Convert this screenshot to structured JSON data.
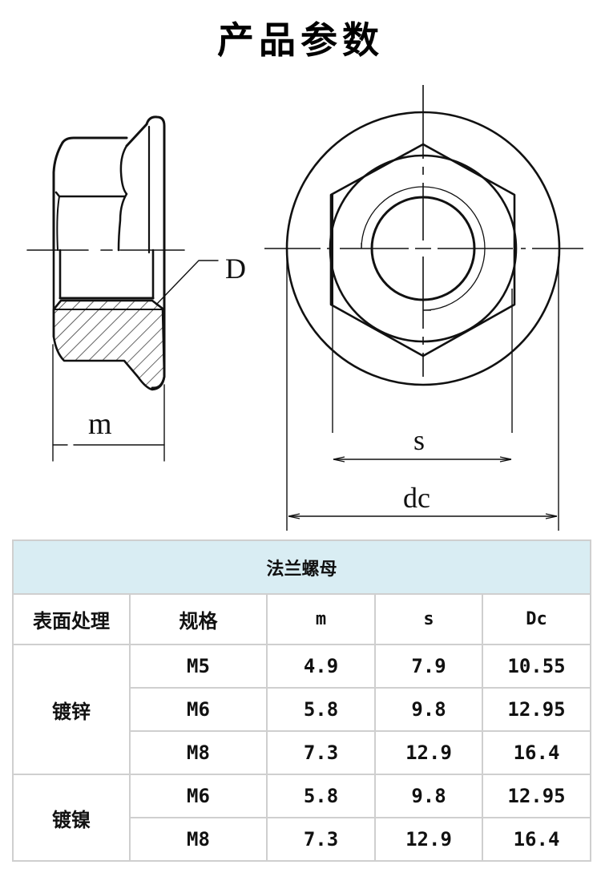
{
  "page": {
    "title": "产品参数"
  },
  "drawing": {
    "side_view_labels": {
      "thread": "D",
      "height": "m"
    },
    "front_view_labels": {
      "across_flats": "s",
      "flange_diameter": "dc"
    },
    "colors": {
      "line": "#111111",
      "hatch": "#222222"
    }
  },
  "table": {
    "caption": "法兰螺母",
    "header_bg": "#d9edf3",
    "border_color": "#cfcfcf",
    "columns": [
      "表面处理",
      "规格",
      "m",
      "s",
      "Dc"
    ],
    "groups": [
      {
        "finish": "镀锌",
        "rows": [
          {
            "size": "M5",
            "m": "4.9",
            "s": "7.9",
            "dc": "10.55"
          },
          {
            "size": "M6",
            "m": "5.8",
            "s": "9.8",
            "dc": "12.95"
          },
          {
            "size": "M8",
            "m": "7.3",
            "s": "12.9",
            "dc": "16.4"
          }
        ]
      },
      {
        "finish": "镀镍",
        "rows": [
          {
            "size": "M6",
            "m": "5.8",
            "s": "9.8",
            "dc": "12.95"
          },
          {
            "size": "M8",
            "m": "7.3",
            "s": "12.9",
            "dc": "16.4"
          }
        ]
      }
    ]
  }
}
